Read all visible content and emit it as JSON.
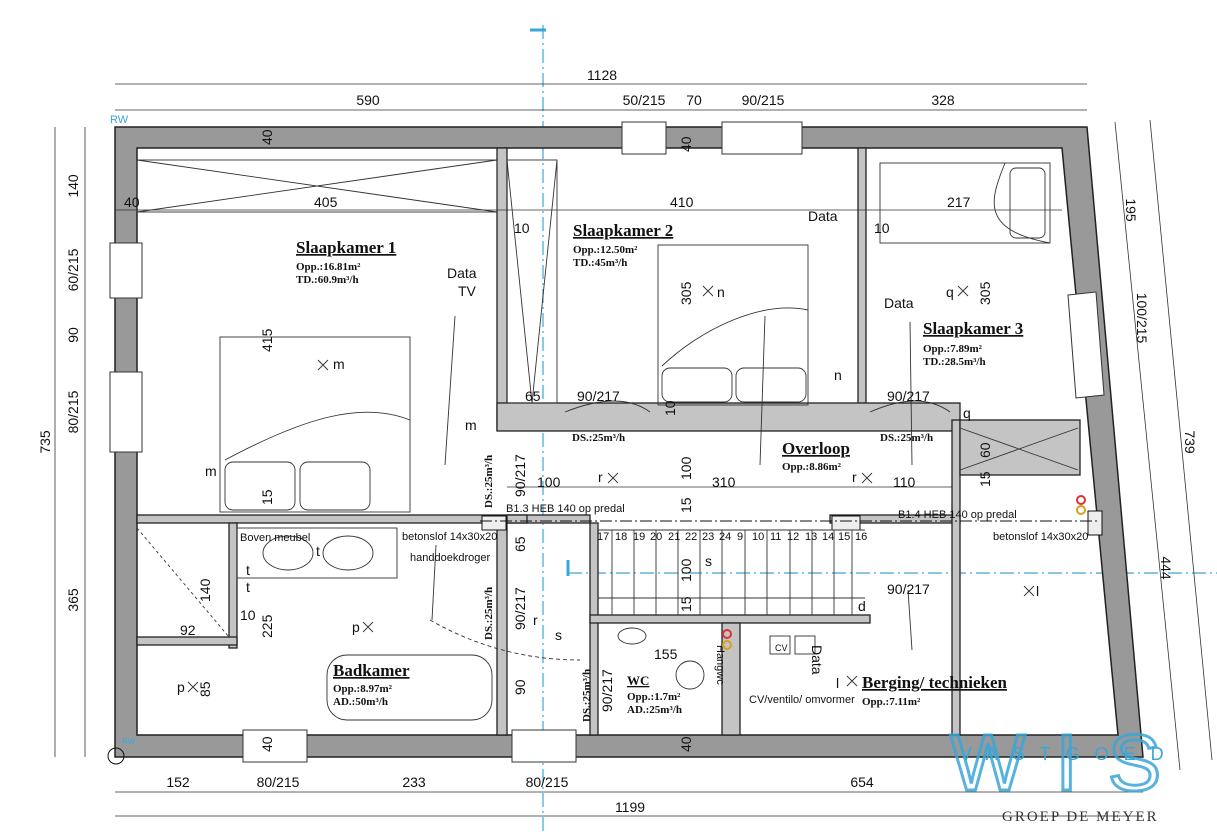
{
  "dims": {
    "top_total": "1128",
    "top_a": "590",
    "top_b": "50/215",
    "top_c": "70",
    "top_d": "90/215",
    "top_e": "328",
    "left_total": "735",
    "left_a": "140",
    "left_b": "60/215",
    "left_c": "90",
    "left_d": "80/215",
    "left_e": "365",
    "right_total": "739",
    "right_a": "195",
    "right_b": "100/215",
    "right_c": "444",
    "bot_total": "1199",
    "bot_a": "152",
    "bot_b": "80/215",
    "bot_c": "233",
    "bot_d": "80/215",
    "bot_e": "654",
    "i": [
      "40",
      "40",
      "40",
      "405",
      "410",
      "217",
      "10",
      "10",
      "415",
      "305",
      "305",
      "65",
      "90/217",
      "10",
      "90/217",
      "60",
      "15",
      "100",
      "310",
      "110",
      "90/217",
      "100",
      "15",
      "15",
      "65",
      "90/217",
      "100",
      "15",
      "140",
      "10",
      "92",
      "225",
      "85",
      "90",
      "155",
      "90/217",
      "40",
      "40",
      "90/217"
    ]
  },
  "stairs": [
    "17",
    "18",
    "19",
    "20",
    "21",
    "22",
    "23",
    "24",
    "9",
    "10",
    "11",
    "12",
    "13",
    "14",
    "15",
    "16"
  ],
  "rooms": {
    "s1": {
      "name": "Slaapkamer 1",
      "opp": "Opp.:16.81m²",
      "td": "TD.:60.9m³/h"
    },
    "s2": {
      "name": "Slaapkamer 2",
      "opp": "Opp.:12.50m²",
      "td": "TD.:45m³/h"
    },
    "s3": {
      "name": "Slaapkamer 3",
      "opp": "Opp.:7.89m²",
      "td": "TD.:28.5m³/h"
    },
    "overloop": {
      "name": "Overloop",
      "opp": "Opp.:8.86m²"
    },
    "bad": {
      "name": "Badkamer",
      "opp": "Opp.:8.97m²",
      "ad": "AD.:50m³/h"
    },
    "wc": {
      "name": "WC",
      "opp": "Opp.:1.7m²",
      "ad": "AD.:25m³/h"
    },
    "berging": {
      "name": "Berging/ technieken",
      "opp": "Opp.:7.11m²"
    }
  },
  "notes": {
    "ds": "DS.:25m³/h",
    "data": "Data",
    "tv": "TV",
    "beam1": "B1.3 HEB 140 op predal",
    "beam2": "B1.4 HEB 140 op predal",
    "slof": "betonslof 14x30x20",
    "boven": "Boven meubel",
    "handdoek": "handdoekdroger",
    "hangwc": "Hangwc",
    "cv": "CV/ventilo/ omvormer",
    "cvbox": "CV",
    "rw": "RW"
  },
  "symbols": [
    "m",
    "m",
    "m",
    "n",
    "n",
    "q",
    "q",
    "r",
    "r",
    "r",
    "s",
    "s",
    "t",
    "t",
    "t",
    "p",
    "p",
    "l",
    "l",
    "d"
  ],
  "logo": {
    "letters": "WIS",
    "word": "VASTGOED",
    "sub": "GROEP DE MEYER",
    "color": "#3aa6d8"
  }
}
